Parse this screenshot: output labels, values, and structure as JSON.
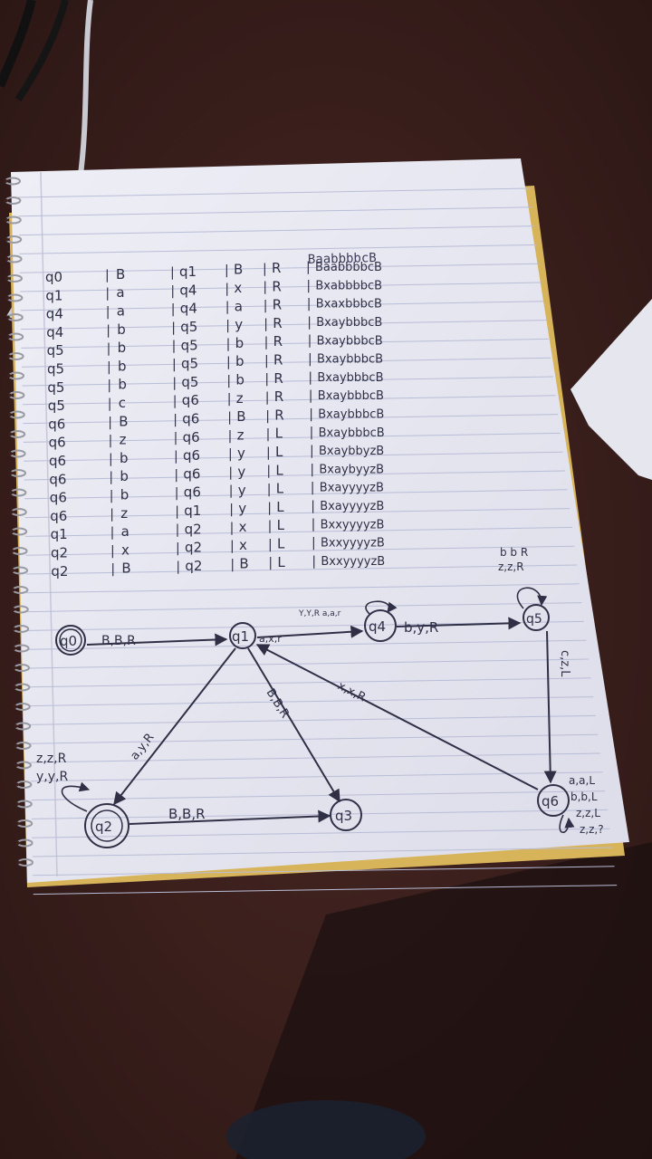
{
  "photo": {
    "subject": "handwritten Turing machine transition table and state diagram on a spiral notebook page",
    "colors": {
      "desk": "#3a1f1c",
      "paper": "#e9e8f1",
      "ink": "#2f3046",
      "rule_line": "#b9bdd7",
      "notebook_edge": "#d7b35a"
    }
  },
  "table": {
    "header_tape": "BaabbbbcB",
    "rows": [
      {
        "state": "q0",
        "read": "B",
        "next": "q1",
        "write": "B",
        "move": "R",
        "tape": "BaabbbbcB"
      },
      {
        "state": "q1",
        "read": "a",
        "next": "q4",
        "write": "x",
        "move": "R",
        "tape": "BxabbbbcB"
      },
      {
        "state": "q4",
        "read": "a",
        "next": "q4",
        "write": "a",
        "move": "R",
        "tape": "BxaxbbbcB"
      },
      {
        "state": "q4",
        "read": "b",
        "next": "q5",
        "write": "y",
        "move": "R",
        "tape": "BxaybbbcB"
      },
      {
        "state": "q5",
        "read": "b",
        "next": "q5",
        "write": "b",
        "move": "R",
        "tape": "BxaybbbcB"
      },
      {
        "state": "q5",
        "read": "b",
        "next": "q5",
        "write": "b",
        "move": "R",
        "tape": "BxaybbbcB"
      },
      {
        "state": "q5",
        "read": "b",
        "next": "q5",
        "write": "b",
        "move": "R",
        "tape": "BxaybbbcB"
      },
      {
        "state": "q5",
        "read": "c",
        "next": "q6",
        "write": "z",
        "move": "R",
        "tape": "BxaybbbcB"
      },
      {
        "state": "q6",
        "read": "B",
        "next": "q6",
        "write": "B",
        "move": "R",
        "tape": "BxaybbbcB"
      },
      {
        "state": "q6",
        "read": "z",
        "next": "q6",
        "write": "z",
        "move": "L",
        "tape": "BxaybbbcB"
      },
      {
        "state": "q6",
        "read": "b",
        "next": "q6",
        "write": "y",
        "move": "L",
        "tape": "BxaybbyzB"
      },
      {
        "state": "q6",
        "read": "b",
        "next": "q6",
        "write": "y",
        "move": "L",
        "tape": "BxaybyyzB"
      },
      {
        "state": "q6",
        "read": "b",
        "next": "q6",
        "write": "y",
        "move": "L",
        "tape": "BxayyyyzB"
      },
      {
        "state": "q6",
        "read": "z",
        "next": "q1",
        "write": "y",
        "move": "L",
        "tape": "BxayyyyzB"
      },
      {
        "state": "q1",
        "read": "a",
        "next": "q2",
        "write": "x",
        "move": "L",
        "tape": "BxxyyyyzB"
      },
      {
        "state": "q2",
        "read": "x",
        "next": "q2",
        "write": "x",
        "move": "L",
        "tape": "BxxyyyyzB"
      },
      {
        "state": "q2",
        "read": "B",
        "next": "q2",
        "write": "B",
        "move": "L",
        "tape": "BxxyyyyzB"
      }
    ]
  },
  "diagram": {
    "states": [
      "q0",
      "q1",
      "q2",
      "q3",
      "q4",
      "q5",
      "q6"
    ],
    "edges": {
      "q0_q1": "B,B,R",
      "q1_q4": "a,x,r",
      "q4_loop": "Y,Y,R a,a,r",
      "q4_q5": "b,y,R",
      "q5_loop_1": "b b R",
      "q5_loop_2": "z,z,R",
      "q5_q6": "c,z,L",
      "q6_q1": "x,x,R",
      "q1_q3": "B,B,R",
      "q1_q2": "a,y,R",
      "q2_loop_1": "z,z,R",
      "q2_loop_2": "y,y,R",
      "q2_q3": "B,B,R",
      "q6_loop_1": "a,a,L",
      "q6_loop_2": "b,b,L",
      "q6_loop_3": "z,z,L",
      "q6_loop_4": "z,z,?"
    }
  }
}
